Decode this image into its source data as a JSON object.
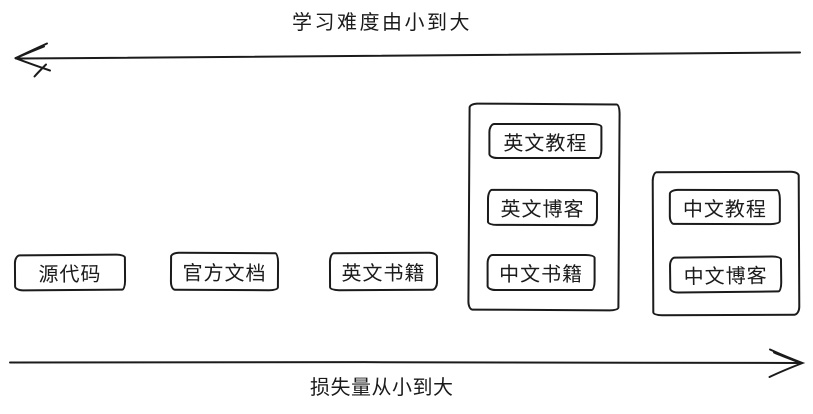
{
  "diagram": {
    "top_axis": {
      "label": "学习难度由小到大",
      "arrow_direction": "left"
    },
    "bottom_axis": {
      "label": "损失量从小到大",
      "arrow_direction": "right"
    },
    "boxes": [
      {
        "label": "源代码"
      },
      {
        "label": "官方文档"
      },
      {
        "label": "英文书籍"
      }
    ],
    "groups": [
      {
        "items": [
          {
            "label": "英文教程"
          },
          {
            "label": "英文博客"
          },
          {
            "label": "中文书籍"
          }
        ]
      },
      {
        "items": [
          {
            "label": "中文教程"
          },
          {
            "label": "中文博客"
          }
        ]
      }
    ],
    "colors": {
      "stroke": "#1b1b1b",
      "background": "#ffffff"
    }
  }
}
